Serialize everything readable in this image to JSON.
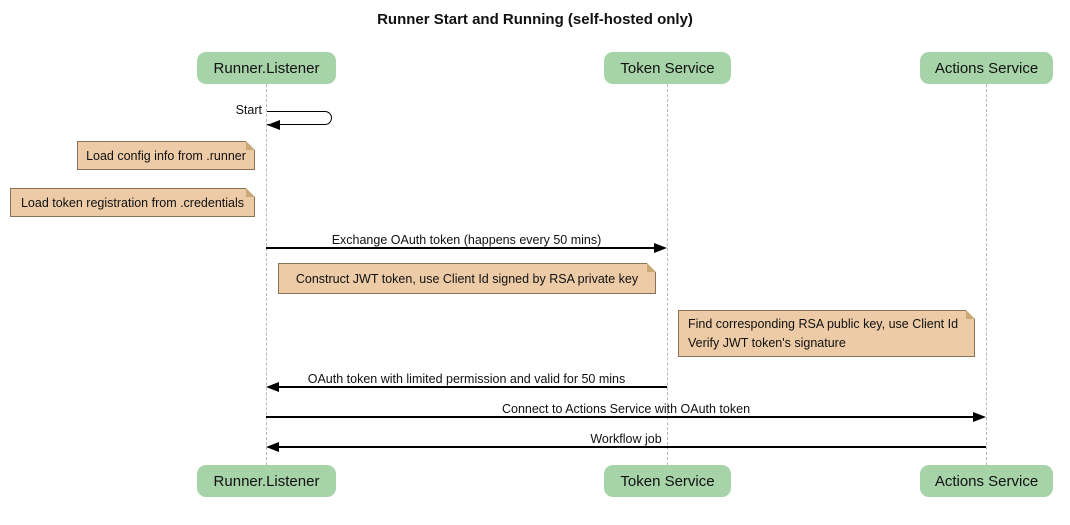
{
  "diagram": {
    "type": "sequence",
    "title": "Runner Start and Running (self-hosted only)",
    "participants": [
      {
        "label": "Runner.Listener"
      },
      {
        "label": "Token Service"
      },
      {
        "label": "Actions Service"
      }
    ],
    "messages": [
      {
        "label": "Start",
        "from": "Runner.Listener",
        "to": "Runner.Listener",
        "style": "self"
      },
      {
        "label": "Exchange OAuth token (happens every 50 mins)",
        "from": "Runner.Listener",
        "to": "Token Service",
        "style": "solid-arrow"
      },
      {
        "label": "OAuth token with limited permission and valid for 50 mins",
        "from": "Token Service",
        "to": "Runner.Listener",
        "style": "solid-arrow"
      },
      {
        "label": "Connect to Actions Service with OAuth token",
        "from": "Runner.Listener",
        "to": "Actions Service",
        "style": "solid-arrow"
      },
      {
        "label": "Workflow job",
        "from": "Actions Service",
        "to": "Runner.Listener",
        "style": "solid-arrow"
      }
    ],
    "notes": [
      {
        "text": "Load config info from .runner",
        "position": "left of Runner.Listener"
      },
      {
        "text": "Load token registration from .credentials",
        "position": "left of Runner.Listener"
      },
      {
        "text": "Construct JWT token, use Client Id signed by RSA private key",
        "position": "over Runner.Listener and Token Service"
      },
      {
        "text": "Find corresponding RSA public key, use Client Id\nVerify JWT token's signature",
        "position": "over Token Service and Actions Service"
      }
    ],
    "colors": {
      "participant_fill": "#a7d3a9",
      "note_fill": "#eccba6",
      "note_border": "#8a7354",
      "lifeline": "#b8b8b8",
      "message_line": "#000000",
      "background": "#ffffff"
    }
  }
}
